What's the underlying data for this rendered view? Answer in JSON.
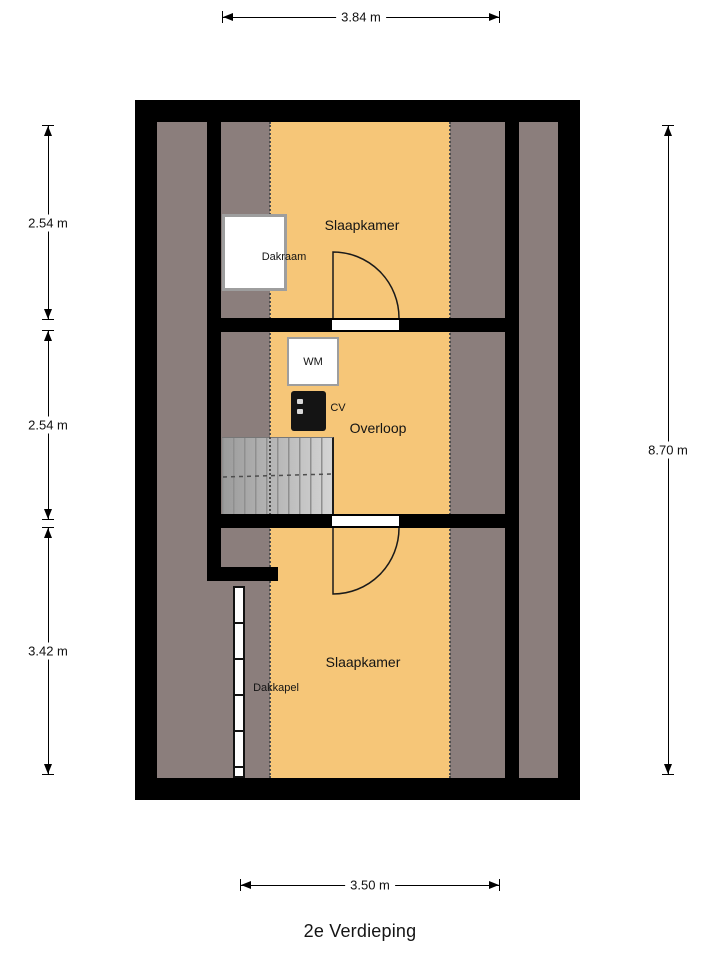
{
  "title": "2e Verdieping",
  "dimensions": {
    "top": "3.84 m",
    "left_upper": "2.54 m",
    "left_middle": "2.54 m",
    "left_lower": "3.42 m",
    "right": "8.70 m",
    "bottom": "3.50 m"
  },
  "rooms": {
    "bedroom_top": {
      "label": "Slaapkamer"
    },
    "landing": {
      "label": "Overloop"
    },
    "bedroom_bottom": {
      "label": "Slaapkamer"
    }
  },
  "fixtures": {
    "skylight": {
      "label": "Dakraam"
    },
    "washing_machine": {
      "label": "WM"
    },
    "boiler": {
      "label": "CV"
    },
    "dormer": {
      "label": "Dakkapel"
    }
  },
  "colors": {
    "wall": "#000000",
    "floor": "#F6C678",
    "roof_zone": "#8B7E7C",
    "stairs": "#BDBDBD",
    "background": "#FFFFFF"
  }
}
